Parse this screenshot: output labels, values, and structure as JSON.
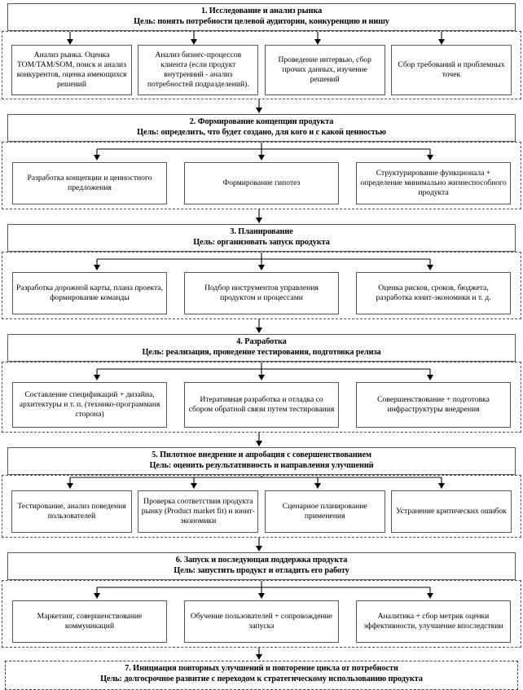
{
  "diagram": {
    "title_semantic": "product-lifecycle-flowchart",
    "colors": {
      "box_border": "#595959",
      "group_border": "#555555",
      "text": "#000000",
      "background": "#ffffff"
    },
    "stages": [
      {
        "id": "stage-1",
        "number": "1.",
        "title": "1. Исследование и анализ рынка",
        "goal": "Цель: понять потребности целевой аудитории, конкуренцию и нишу",
        "columns": 4,
        "tasks": [
          "Анализ рынка.  Оценка TOM/TAM/SOM, поиск и анализ конкурентов, оценка имеющихся решений",
          "Анализ бизнес-процессов клиента (если продукт внутренний - анализ потребностей подразделений).",
          "Проведение интервью, сбор прочих данных, изучение решений",
          "Сбор требований и проблемных точек"
        ]
      },
      {
        "id": "stage-2",
        "number": "2.",
        "title": "2. Формирование концепции продукта",
        "goal": "Цель: определить, что будет создано, для кого и с какой ценностью",
        "columns": 3,
        "tasks": [
          "Разработка концепции и ценностного предложения",
          "Формирование гипотез",
          "Структурирование функционала + определение минимально жизнеспособного продукта"
        ]
      },
      {
        "id": "stage-3",
        "number": "3.",
        "title": "3. Планирование",
        "goal": "Цель: организовать запуск продукта",
        "columns": 3,
        "tasks": [
          "Разработка дорожной карты, плана проекта, формирование команды",
          "Подбор инструментов управления продуктом и процессами",
          "Оценка рисков, сроков, бюджета, разработка юнит-экономики и т. д."
        ]
      },
      {
        "id": "stage-4",
        "number": "4.",
        "title": "4. Разработка",
        "goal": "Цель: реализация, проведение тестирования, подготовка релиза",
        "columns": 3,
        "tasks": [
          "Составление спецификаций + дизайна, архитектуры и т. п. (технико-программаня сторона)",
          "Итеративная разработка и отладка со сбором обратной связи путем тестирования",
          "Совершенствование + подготовка инфраструктуры внедрения"
        ]
      },
      {
        "id": "stage-5",
        "number": "5.",
        "title": "5. Пилотное внедрение и апробация с совершенствованием",
        "goal": "Цель: оценить результативность и направления улучшений",
        "columns": 4,
        "tasks": [
          "Тестирование, анализ поведения пользователей",
          "Проверка соответствия продукта рынку (Product market fit) и юнит-экономики",
          "Сценарное планирование применения",
          "Устранение критических ошибок"
        ]
      },
      {
        "id": "stage-6",
        "number": "6.",
        "title": "6. Запуск и последующая поддержка продукта",
        "goal": "Цель: запустить продукт и отладить его работу",
        "columns": 3,
        "tasks": [
          "Маркетинг, совершенствование коммуникаций",
          "Обучение пользователей + сопровождение запуска",
          "Аналитика + сбор метрик оценки эффективности, улучшение впоследствии"
        ]
      },
      {
        "id": "stage-7",
        "number": "7.",
        "title": "7. Инициация повторных улучшений и повторение цикла от потребности",
        "goal": "Цель: долгосрочное развитие с переходом к стратегическому использованию продукта",
        "columns": 0,
        "tasks": []
      }
    ],
    "connectors": {
      "inter_stage_arrow": "down-arrow-icon",
      "branch_arrow": "branch-down-arrow-icon"
    }
  }
}
